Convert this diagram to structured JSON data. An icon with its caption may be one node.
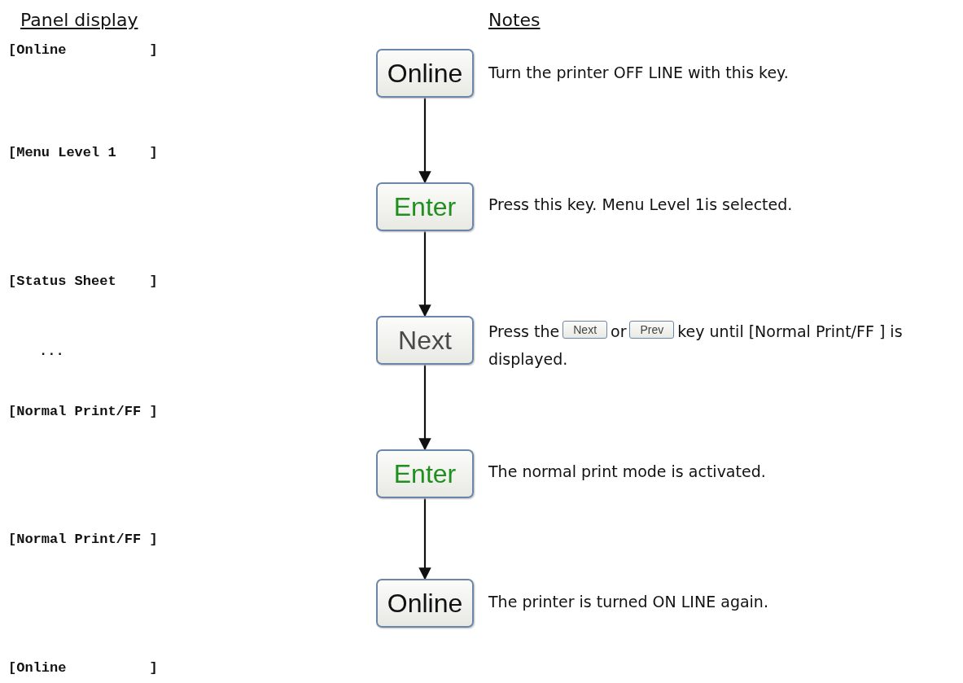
{
  "diagram": {
    "nodes": [
      {
        "text": [
          "Online"
        ]
      },
      {
        "text": [
          "Enter"
        ]
      },
      {
        "text": [
          "Next"
        ]
      },
      {
        "text": [
          "Enter"
        ]
      },
      {
        "text": [
          "Online"
        ]
      }
    ],
    "edges": [
      {
        "from": 0,
        "to": 1,
        "arrow": "to"
      },
      {
        "from": 1,
        "to": 2,
        "arrow": "to"
      },
      {
        "from": 2,
        "to": 3,
        "arrow": "to"
      },
      {
        "from": 3,
        "to": 4,
        "arrow": "to"
      }
    ],
    "labels": [
      "Panel display",
      "Notes",
      "[Online          ]",
      "Turn the printer OFF LINE with this key.",
      "[Menu Level 1    ]",
      "Press this key. Menu Level 1is selected.",
      "[Status Sheet    ]",
      "...",
      "Press the",
      "Next",
      "or",
      "Prev",
      "key until [Normal Print/FF ] is displayed.",
      "[Normal Print/FF ]",
      "The normal print mode is activated.",
      "[Normal Print/FF ]",
      "The printer is turned ON LINE again.",
      "[Online          ]"
    ]
  }
}
